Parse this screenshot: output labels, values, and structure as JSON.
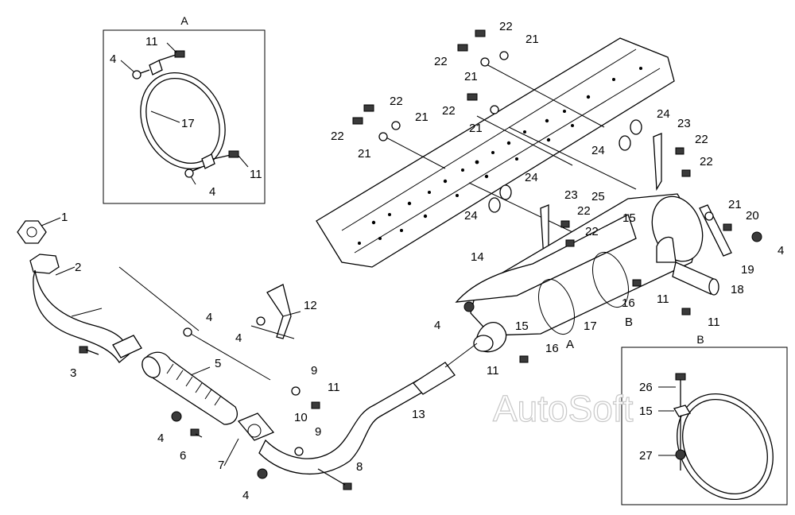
{
  "detail_a": {
    "title": "A",
    "labels": [
      "11",
      "4",
      "17",
      "11",
      "4"
    ]
  },
  "detail_b": {
    "title": "B",
    "labels": [
      "26",
      "15",
      "27"
    ]
  },
  "callouts": {
    "c1": "1",
    "c2": "2",
    "c3": "3",
    "c4a": "4",
    "c4b": "4",
    "c4c": "4",
    "c4d": "4",
    "c4e": "4",
    "c4f": "4",
    "c5": "5",
    "c6": "6",
    "c7": "7",
    "c8": "8",
    "c9a": "9",
    "c9b": "9",
    "c10": "10",
    "c11a": "11",
    "c11b": "11",
    "c11c": "11",
    "c11d": "11",
    "c12": "12",
    "c13": "13",
    "c14": "14",
    "c15a": "15",
    "c15b": "15",
    "c16a": "16",
    "c16b": "16",
    "c17": "17",
    "c18": "18",
    "c19": "19",
    "c20": "20",
    "c21a": "21",
    "c21b": "21",
    "c21c": "21",
    "c21d": "21",
    "c21e": "21",
    "c21f": "21",
    "c22a": "22",
    "c22b": "22",
    "c22c": "22",
    "c22d": "22",
    "c22e": "22",
    "c22f": "22",
    "c22g": "22",
    "c22h": "22",
    "c23a": "23",
    "c23b": "23",
    "c24a": "24",
    "c24b": "24",
    "c24c": "24",
    "c24d": "24",
    "c25": "25",
    "viewA": "A",
    "viewB": "B"
  },
  "watermark": "AutoSoft"
}
